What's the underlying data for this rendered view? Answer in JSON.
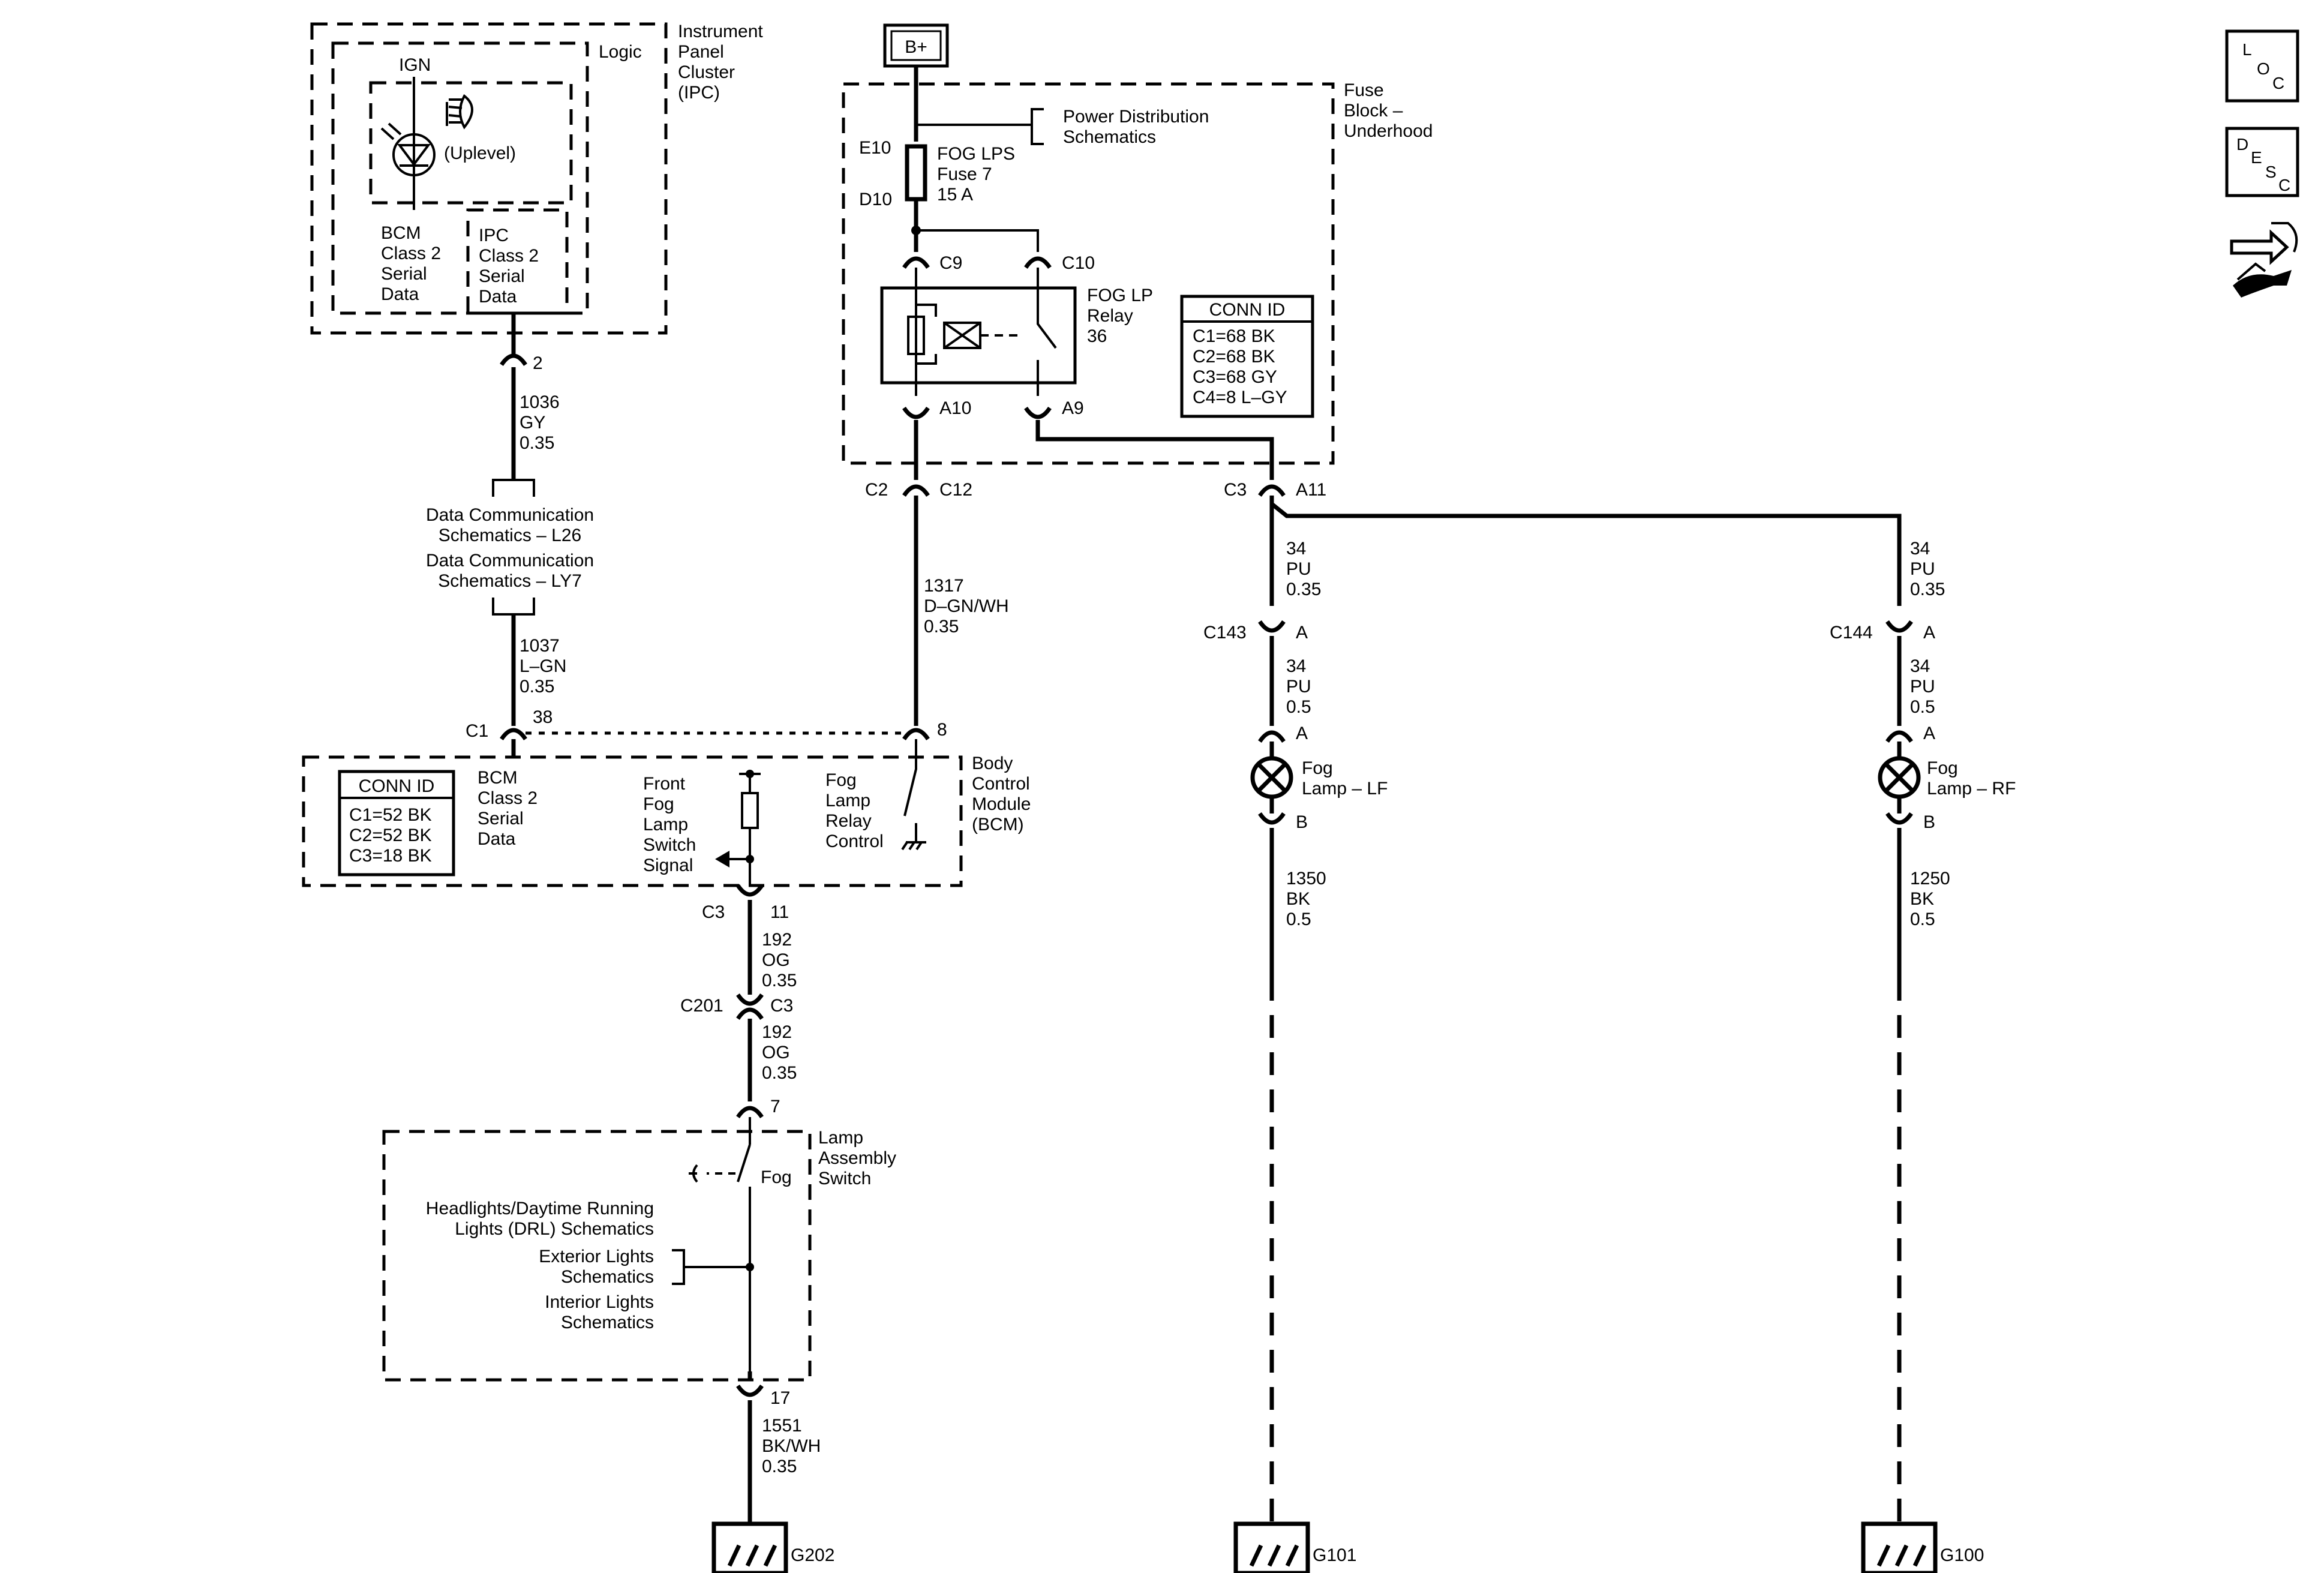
{
  "modules": {
    "ipc": {
      "name": [
        "Instrument",
        "Panel",
        "Cluster",
        "(IPC)"
      ],
      "logic": "Logic",
      "ign": "IGN",
      "uplevel": "(Uplevel)",
      "bcm_data": [
        "BCM",
        "Class 2",
        "Serial",
        "Data"
      ],
      "ipc_data": [
        "IPC",
        "Class 2",
        "Serial",
        "Data"
      ],
      "pin": "2"
    },
    "fuse_block": {
      "name": [
        "Fuse",
        "Block –",
        "Underhood"
      ],
      "supply": "B+",
      "power_dist": [
        "Power Distribution",
        "Schematics"
      ],
      "fuse_pins": [
        "E10",
        "D10"
      ],
      "fuse": [
        "FOG LPS",
        "Fuse 7",
        "15 A"
      ],
      "relay_pins": [
        "C9",
        "C10",
        "A10",
        "A9"
      ],
      "relay": [
        "FOG LP",
        "Relay",
        "36"
      ],
      "conn_title": "CONN ID",
      "conn": [
        "C1=68 BK",
        "C2=68 BK",
        "C3=68 GY",
        "C4=8 L–GY"
      ],
      "out_pins": [
        "C2",
        "C12",
        "C3",
        "A11"
      ]
    },
    "bcm": {
      "name": [
        "Body",
        "Control",
        "Module",
        "(BCM)"
      ],
      "conn_title": "CONN ID",
      "conn": [
        "C1=52 BK",
        "C2=52 BK",
        "C3=18 BK"
      ],
      "class2": [
        "BCM",
        "Class 2",
        "Serial",
        "Data"
      ],
      "switch_signal": [
        "Front",
        "Fog",
        "Lamp",
        "Switch",
        "Signal"
      ],
      "relay_control": [
        "Fog",
        "Lamp",
        "Relay",
        "Control"
      ],
      "pins": [
        "C1",
        "38",
        "8",
        "C3",
        "11"
      ]
    },
    "lamp_switch": {
      "name": [
        "Lamp",
        "Assembly",
        "Switch"
      ],
      "fog": "Fog",
      "pins": [
        "7",
        "17"
      ],
      "refs": [
        "Headlights/Daytime Running",
        "Lights (DRL) Schematics",
        "Exterior Lights",
        "Schematics",
        "Interior Lights",
        "Schematics"
      ]
    }
  },
  "data_comm": [
    "Data Communication",
    "Schematics – L26",
    "Data Communication",
    "Schematics – LY7"
  ],
  "wires": {
    "w1036": [
      "1036",
      "GY",
      "0.35"
    ],
    "w1037": [
      "1037",
      "L–GN",
      "0.35"
    ],
    "w1317": [
      "1317",
      "D–GN/WH",
      "0.35"
    ],
    "w34a": [
      "34",
      "PU",
      "0.35"
    ],
    "w34b": [
      "34",
      "PU",
      "0.5"
    ],
    "w34c": [
      "34",
      "PU",
      "0.35"
    ],
    "w34d": [
      "34",
      "PU",
      "0.5"
    ],
    "w192a": [
      "192",
      "OG",
      "0.35"
    ],
    "w192b": [
      "192",
      "OG",
      "0.35"
    ],
    "w1551": [
      "1551",
      "BK/WH",
      "0.35"
    ],
    "w1350": [
      "1350",
      "BK",
      "0.5"
    ],
    "w1250": [
      "1250",
      "BK",
      "0.5"
    ]
  },
  "connectors": {
    "c201": [
      "C201",
      "C3"
    ],
    "c143": [
      "C143",
      "A"
    ],
    "c144": [
      "C144",
      "A"
    ],
    "lf_pins": [
      "A",
      "B"
    ],
    "rf_pins": [
      "A",
      "B"
    ]
  },
  "lamps": {
    "lf": [
      "Fog",
      "Lamp – LF"
    ],
    "rf": [
      "Fog",
      "Lamp – RF"
    ]
  },
  "grounds": {
    "g202": "G202",
    "g101": "G101",
    "g100": "G100"
  },
  "side_icons": {
    "loc": [
      "L",
      "O",
      "C"
    ],
    "desc": [
      "D",
      "E",
      "S",
      "C"
    ]
  }
}
